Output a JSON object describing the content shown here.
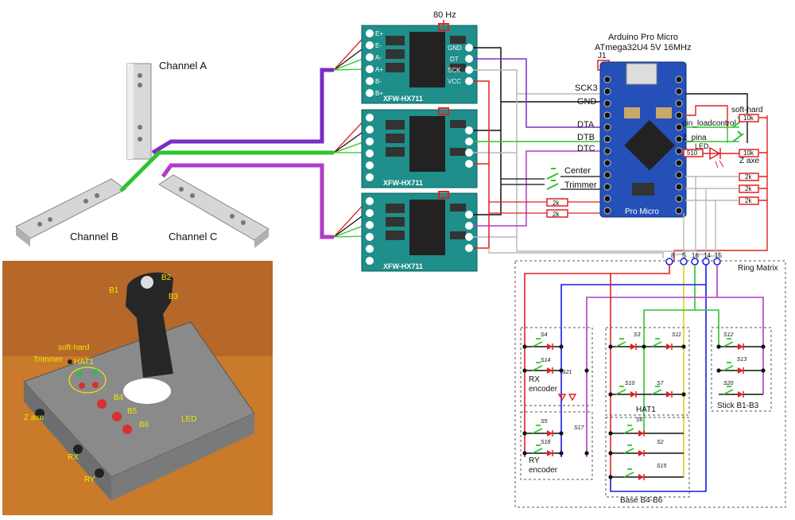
{
  "load_cells": {
    "channel_a": "Channel A",
    "channel_b": "Channel B",
    "channel_c": "Channel C"
  },
  "hx711": {
    "board_label": "XFW-HX711",
    "freq_label": "80 Hz",
    "pins_left": [
      "E+",
      "E-",
      "A-",
      "A+",
      "B-",
      "B+"
    ],
    "pins_right": [
      "GND",
      "DT",
      "SCK",
      "VCC"
    ]
  },
  "arduino": {
    "title_line1": "Arduino Pro Micro",
    "title_line2": "ATmega32U4 5V 16MHz",
    "jumper": "J1",
    "board_text": "Pro Micro"
  },
  "signals": {
    "sck3": "SCK3",
    "gnd": "GND",
    "dta": "DTA",
    "dtb": "DTB",
    "dtc": "DTC",
    "center": "Center",
    "trimmer": "Trimmer",
    "pin_loadcontrol": "pin_loadcontrol",
    "z_pina": "Z_pina",
    "soft_hard": "soft-hard",
    "z_axe": "Z axe",
    "led": "LED"
  },
  "resistors": {
    "r10k": "10k",
    "r2k": "2k",
    "r510": "510"
  },
  "ring_matrix": {
    "title": "Ring Matrix",
    "pins": [
      "8",
      "5",
      "16",
      "14",
      "15"
    ],
    "groups": {
      "rx_line1": "RX",
      "rx_line2": "encoder",
      "ry_line1": "RY",
      "ry_line2": "encoder",
      "hat": "HAT1",
      "stick": "Stick B1-B3",
      "base": "Base B4-B6"
    },
    "switches": [
      "S4",
      "S14",
      "S21",
      "S5",
      "S18",
      "S17",
      "S3",
      "S11",
      "S10",
      "S7",
      "S6",
      "S2",
      "S15",
      "S12",
      "S13",
      "S20"
    ]
  },
  "photo_labels": {
    "b1": "B1",
    "b2": "B2",
    "b3": "B3",
    "soft_hard": "soft-hard",
    "trimmer": "Trimmer",
    "hat1": "HAT1",
    "b4": "B4",
    "b5": "B5",
    "b6": "B6",
    "led": "LED",
    "z_axe": "Z axe",
    "rx": "RX",
    "ry": "RY"
  },
  "colors": {
    "purple": "#7a2cc8",
    "green": "#2ec42e",
    "magenta": "#b23bc9",
    "red": "#e02020",
    "blue": "#1a1ae0",
    "gray": "#b8b8b8",
    "yellow": "#d8d020",
    "board_blue": "#2450b8",
    "hx_teal": "#1e8f8a"
  }
}
